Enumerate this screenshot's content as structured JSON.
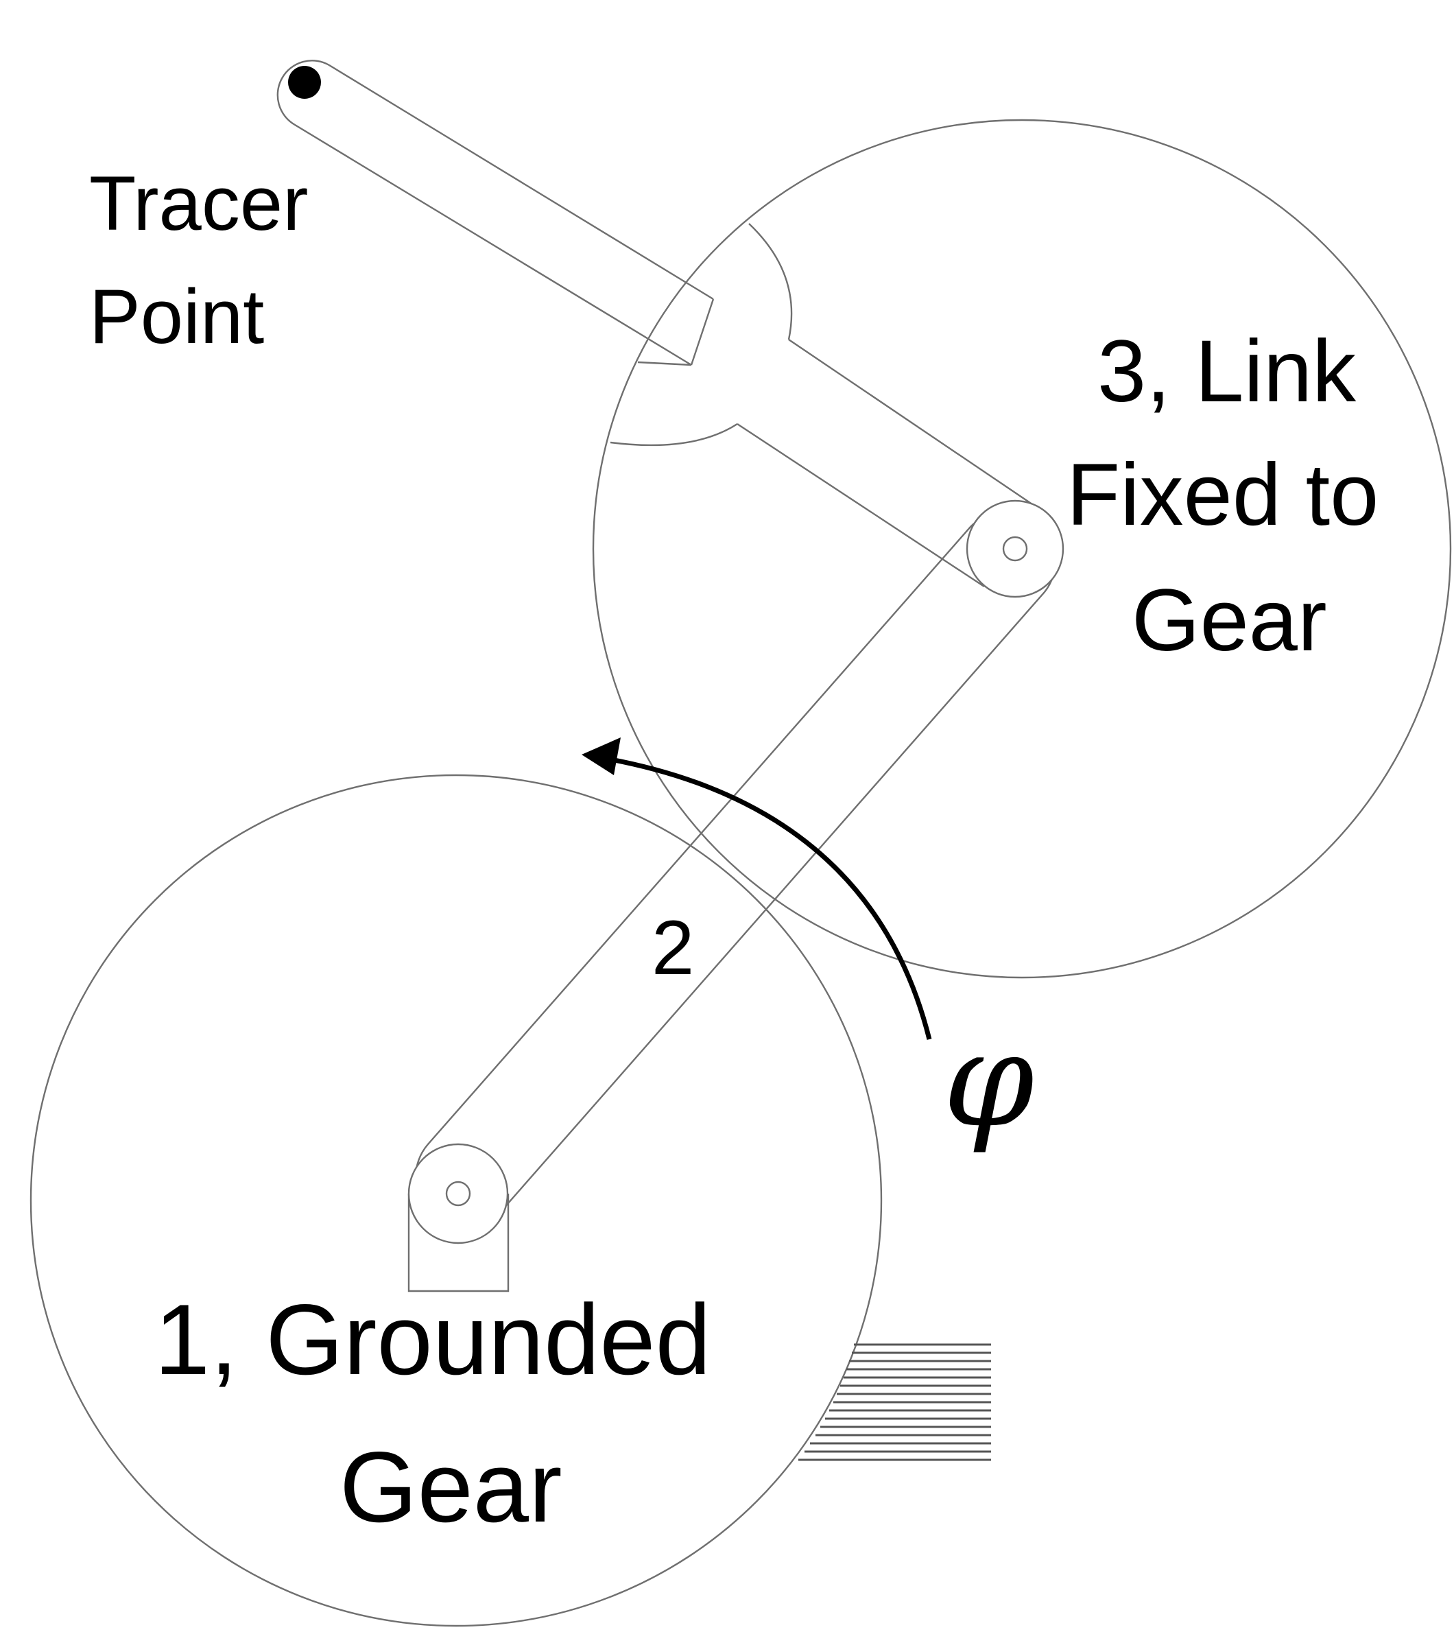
{
  "labels": {
    "tracer_line1": "Tracer",
    "tracer_line2": "Point",
    "link3_line1": "3, Link",
    "link3_line2": "Fixed to",
    "link3_line3": "Gear",
    "arm_number": "2",
    "gear1_line1": "1, Grounded",
    "gear1_line2": "Gear",
    "angle_symbol": "φ"
  },
  "colors": {
    "outline": "#6f6f6f",
    "ink": "#000000",
    "background": "#ffffff"
  }
}
